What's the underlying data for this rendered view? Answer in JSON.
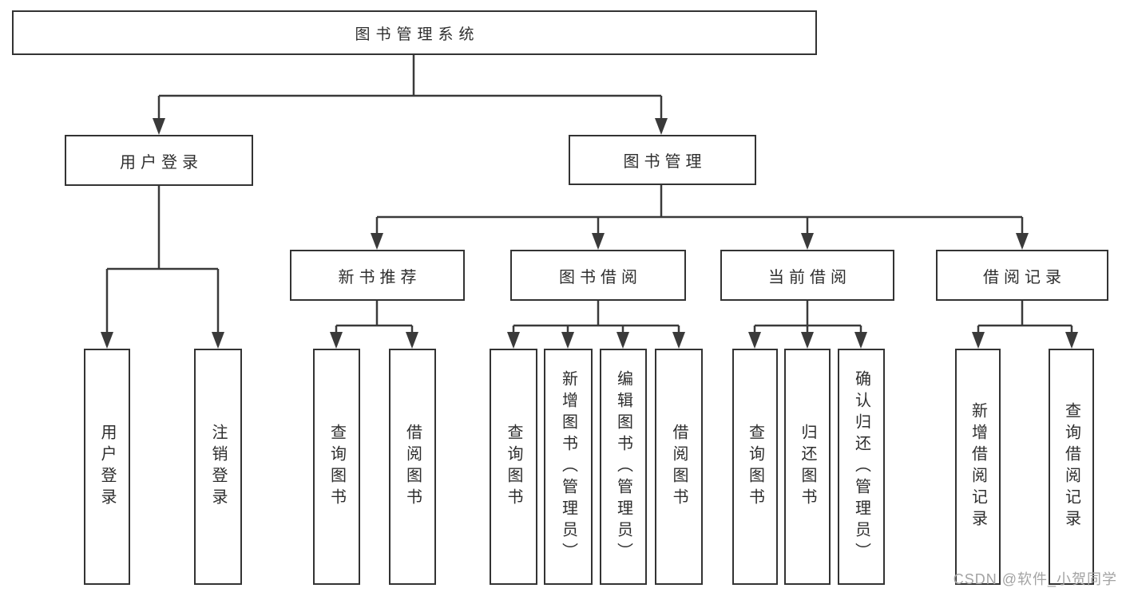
{
  "page": {
    "background_color": "#ffffff"
  },
  "diagram": {
    "type": "feature-tree",
    "line_color": "#3a3a3a",
    "box_border_color": "#333333",
    "text_color": "#2e2e2e",
    "tree": {
      "label": "图书管理系统",
      "children": [
        {
          "label": "用户登录",
          "children": [
            {
              "label": "用户登录"
            },
            {
              "label": "注销登录"
            }
          ]
        },
        {
          "label": "图书管理",
          "children": [
            {
              "label": "新书推荐",
              "children": [
                {
                  "label": "查询图书"
                },
                {
                  "label": "借阅图书"
                }
              ]
            },
            {
              "label": "图书借阅",
              "children": [
                {
                  "label": "查询图书"
                },
                {
                  "label": "新增图书（管理员）"
                },
                {
                  "label": "编辑图书（管理员）"
                },
                {
                  "label": "借阅图书"
                }
              ]
            },
            {
              "label": "当前借阅",
              "children": [
                {
                  "label": "查询图书"
                },
                {
                  "label": "归还图书"
                },
                {
                  "label": "确认归还（管理员）"
                }
              ]
            },
            {
              "label": "借阅记录",
              "children": [
                {
                  "label": "新增借阅记录"
                },
                {
                  "label": "查询借阅记录"
                }
              ]
            }
          ]
        }
      ]
    }
  },
  "watermark": {
    "text": "CSDN @软件_小贺同学",
    "color": "#a3a3a3"
  }
}
